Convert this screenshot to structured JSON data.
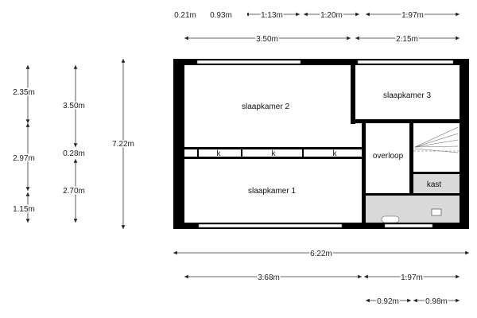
{
  "rooms": {
    "slaapkamer2": "slaapkamer 2",
    "slaapkamer3": "slaapkamer 3",
    "slaapkamer1": "slaapkamer 1",
    "overloop": "overloop",
    "kast": "kast",
    "closet1": "k",
    "closet2": "k",
    "closet3": "k"
  },
  "dimensions": {
    "top_row1": [
      "0.21m",
      "0.93m",
      "1.13m",
      "1.20m",
      "1.97m"
    ],
    "top_row2": [
      "3.50m",
      "2.15m"
    ],
    "left_col1": [
      "2.35m",
      "2.97m",
      "1.15m"
    ],
    "left_col2": [
      "3.50m",
      "0.28m",
      "2.70m"
    ],
    "left_total": "7.22m",
    "bottom_total": "6.22m",
    "bottom_row2": [
      "3.68m",
      "1.97m"
    ],
    "bottom_row3": [
      "0.92m",
      "0.98m"
    ]
  },
  "colors": {
    "wall": "#000000",
    "wet_area": "#d9d9d9"
  }
}
